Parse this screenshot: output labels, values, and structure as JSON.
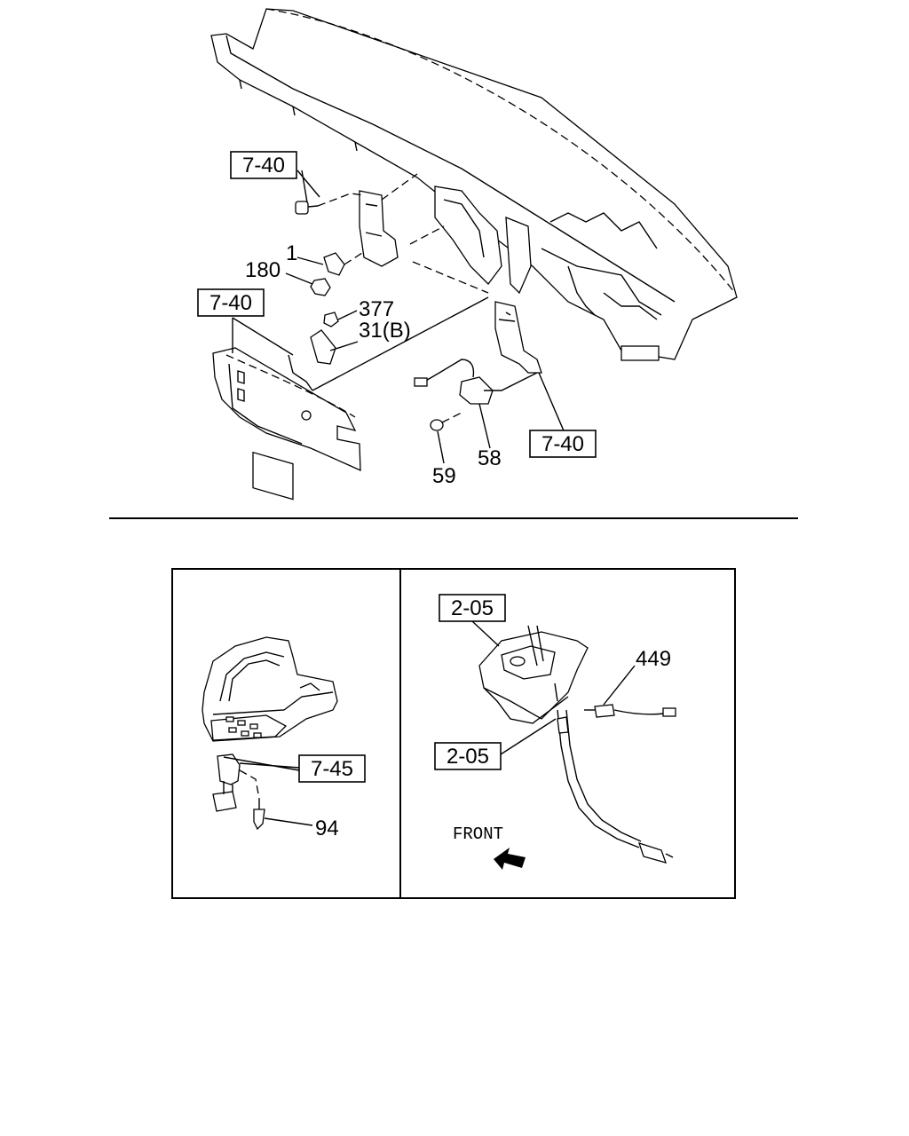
{
  "labels": {
    "ref_7_40_a": "7-40",
    "ref_7_40_b": "7-40",
    "ref_7_40_c": "7-40",
    "ref_7_45": "7-45",
    "ref_2_05_a": "2-05",
    "ref_2_05_b": "2-05",
    "part_1": "1",
    "part_180": "180",
    "part_377": "377",
    "part_31b": "31(B)",
    "part_58": "58",
    "part_59": "59",
    "part_94": "94",
    "part_449": "449",
    "front": "FRONT"
  },
  "icons": {
    "direction_arrow": "front-arrow-icon"
  }
}
